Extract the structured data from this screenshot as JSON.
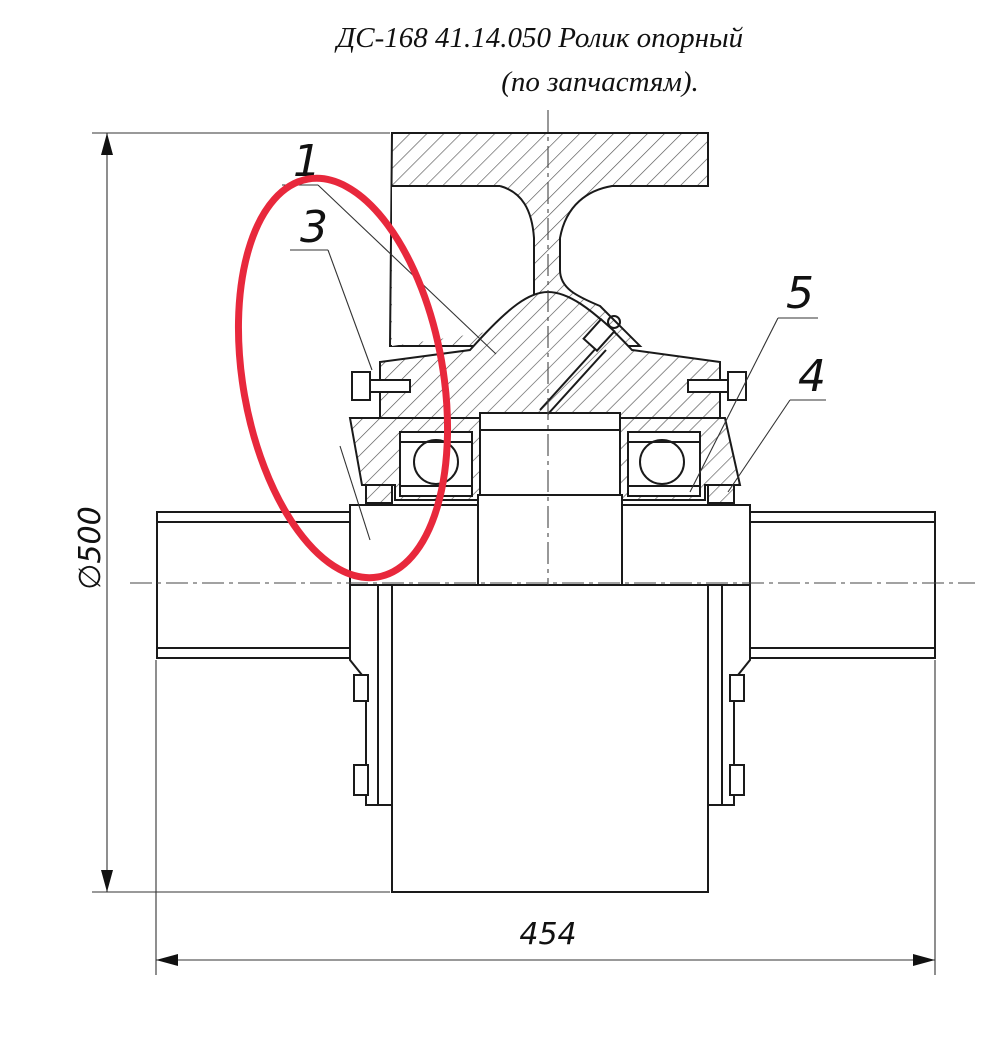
{
  "title": {
    "line1": "ДС-168 41.14.050 Ролик опорный",
    "line2": "(по запчастям)."
  },
  "callouts": {
    "c1": "1",
    "c3": "3",
    "c5": "5",
    "c4": "4"
  },
  "dimensions": {
    "diameter": "∅500",
    "width": "454"
  },
  "highlight": {
    "color": "#e8283c"
  }
}
